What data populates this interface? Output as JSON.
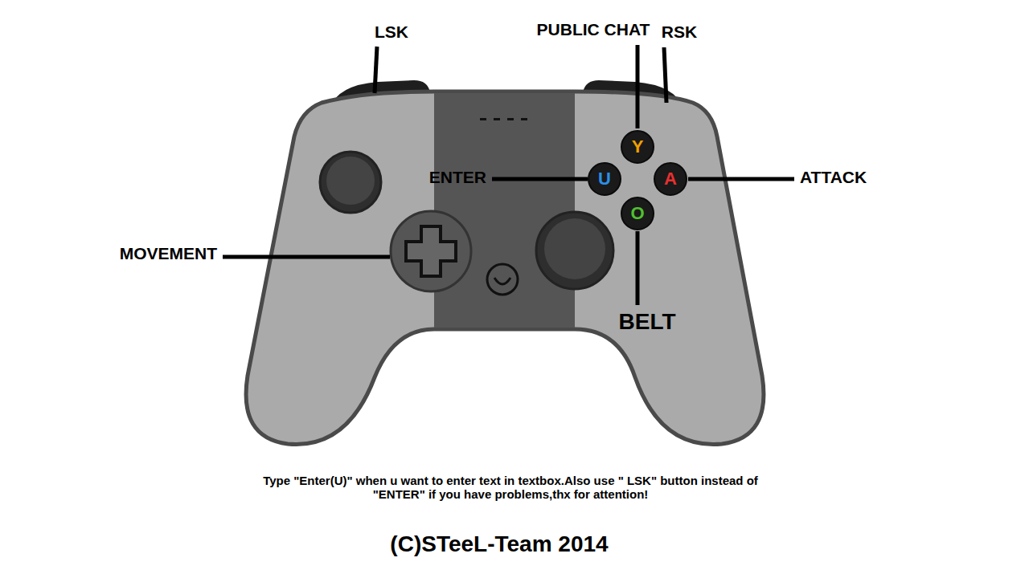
{
  "diagram": {
    "labels": [
      "LSK",
      "PUBLIC CHAT",
      "RSK",
      "Y",
      "ENTER",
      "U",
      "A",
      "ATTACK",
      "MOVEMENT",
      "O",
      "BELT",
      "Type \"Enter(U)\" when u want to enter text in textbox.Also use \" LSK\" button instead of \"ENTER\" if you have problems,thx for attention!",
      "(C)STeeL-Team 2014"
    ]
  }
}
